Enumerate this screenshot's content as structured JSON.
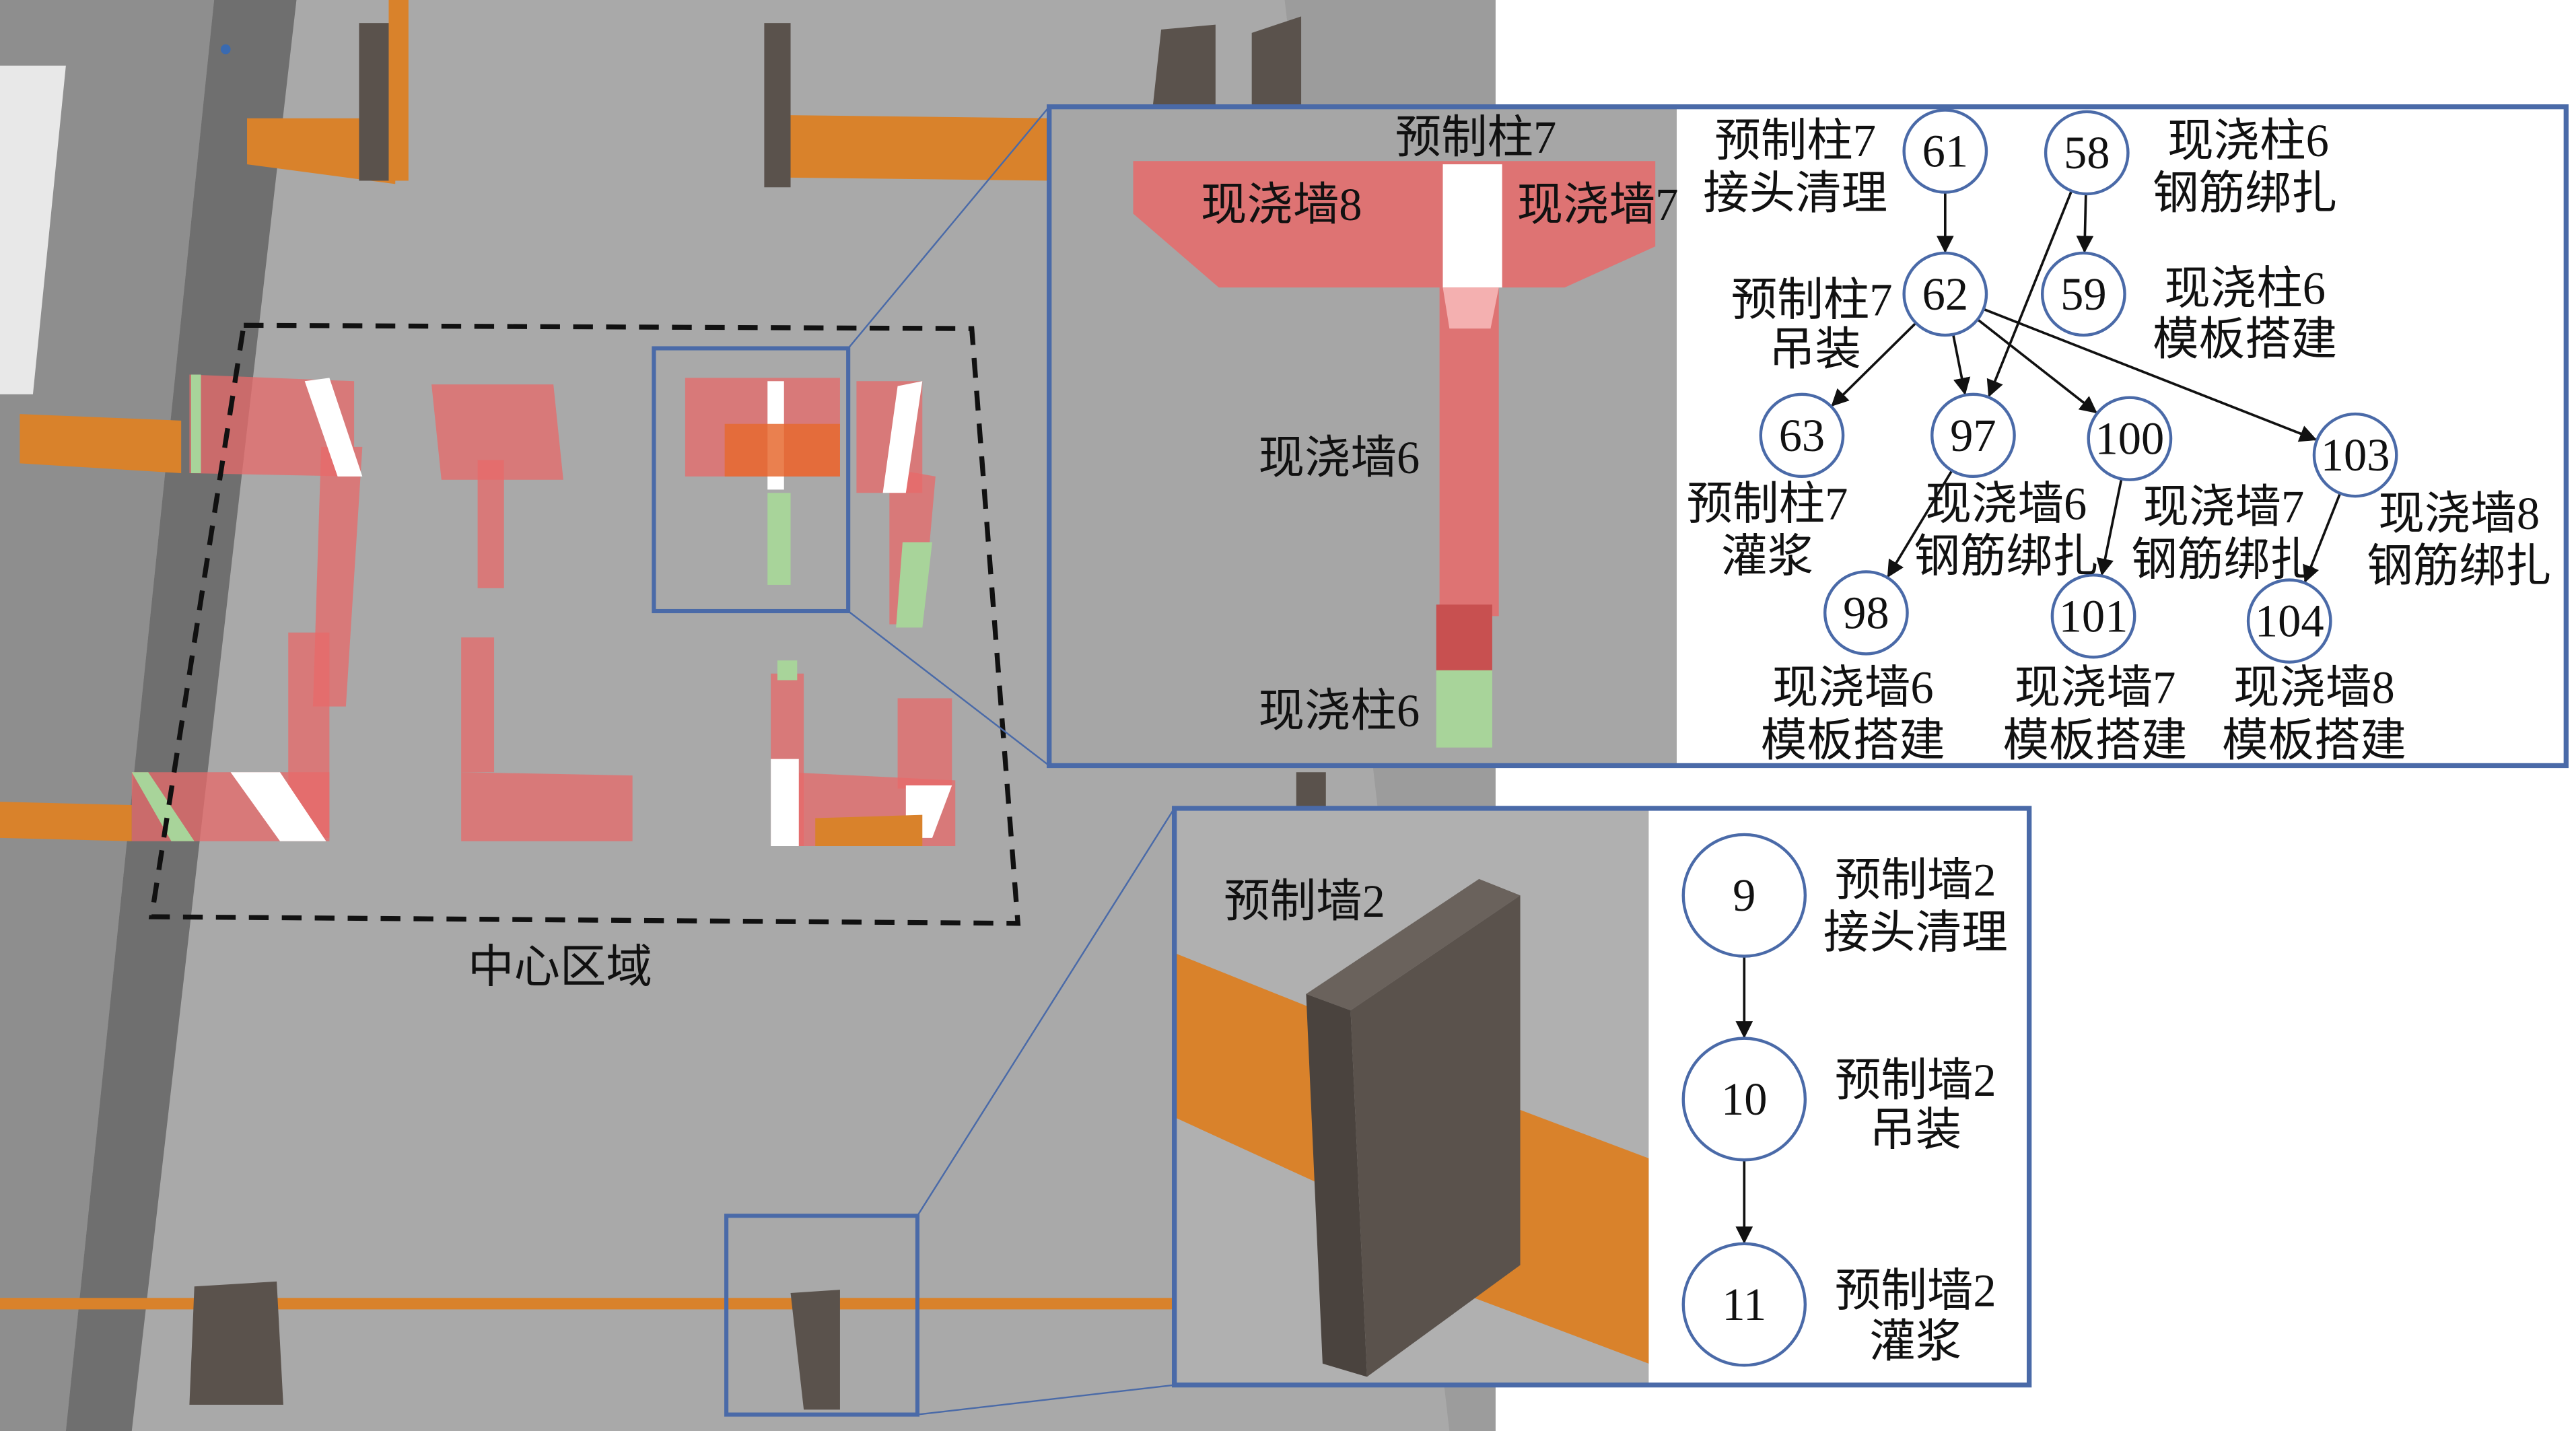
{
  "scene": {
    "region_label": "中心区域",
    "inset1_labels": {
      "col7": "预制柱7",
      "wall8": "现浇墙8",
      "wall7": "现浇墙7",
      "wall6": "现浇墙6",
      "col6": "现浇柱6"
    },
    "inset2_labels": {
      "wall2": "预制墙2"
    },
    "colors": {
      "floor": "#a9a9a9",
      "orange": "#d9822b",
      "red": "#e86a6a",
      "green": "#a8d49a",
      "precast": "#5a524c",
      "frame": "#4a6aa8"
    }
  },
  "graph1": {
    "nodes": [
      {
        "id": "61",
        "label": [
          "预制柱7",
          "接头清理"
        ]
      },
      {
        "id": "58",
        "label": [
          "现浇柱6",
          "钢筋绑扎"
        ]
      },
      {
        "id": "62",
        "label": [
          "预制柱7",
          "吊装"
        ]
      },
      {
        "id": "59",
        "label": [
          "现浇柱6",
          "模板搭建"
        ]
      },
      {
        "id": "63",
        "label": [
          "预制柱7",
          "灌浆"
        ]
      },
      {
        "id": "97",
        "label": [
          "现浇墙6",
          "钢筋绑扎"
        ]
      },
      {
        "id": "100",
        "label": [
          "现浇墙7",
          "钢筋绑扎"
        ]
      },
      {
        "id": "103",
        "label": [
          "现浇墙8",
          "钢筋绑扎"
        ]
      },
      {
        "id": "98",
        "label": [
          "现浇墙6",
          "模板搭建"
        ]
      },
      {
        "id": "101",
        "label": [
          "现浇墙7",
          "模板搭建"
        ]
      },
      {
        "id": "104",
        "label": [
          "现浇墙8",
          "模板搭建"
        ]
      }
    ],
    "edges": [
      [
        "61",
        "62"
      ],
      [
        "58",
        "59"
      ],
      [
        "58",
        "97"
      ],
      [
        "62",
        "63"
      ],
      [
        "62",
        "97"
      ],
      [
        "62",
        "100"
      ],
      [
        "62",
        "103"
      ],
      [
        "97",
        "98"
      ],
      [
        "100",
        "101"
      ],
      [
        "103",
        "104"
      ]
    ]
  },
  "graph2": {
    "nodes": [
      {
        "id": "9",
        "label": [
          "预制墙2",
          "接头清理"
        ]
      },
      {
        "id": "10",
        "label": [
          "预制墙2",
          "吊装"
        ]
      },
      {
        "id": "11",
        "label": [
          "预制墙2",
          "灌浆"
        ]
      }
    ],
    "edges": [
      [
        "9",
        "10"
      ],
      [
        "10",
        "11"
      ]
    ]
  }
}
